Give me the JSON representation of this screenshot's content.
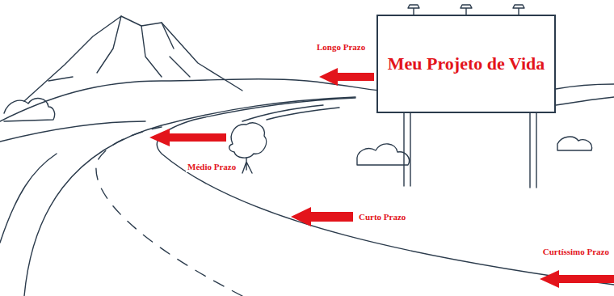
{
  "diagram": {
    "nodes": [
      {
        "text": [
          "Meu Projeto de Vida"
        ]
      }
    ],
    "labels": [
      "Longo Prazo",
      "Médio Prazo",
      "Curto Prazo",
      "Curtíssimo Prazo"
    ]
  }
}
